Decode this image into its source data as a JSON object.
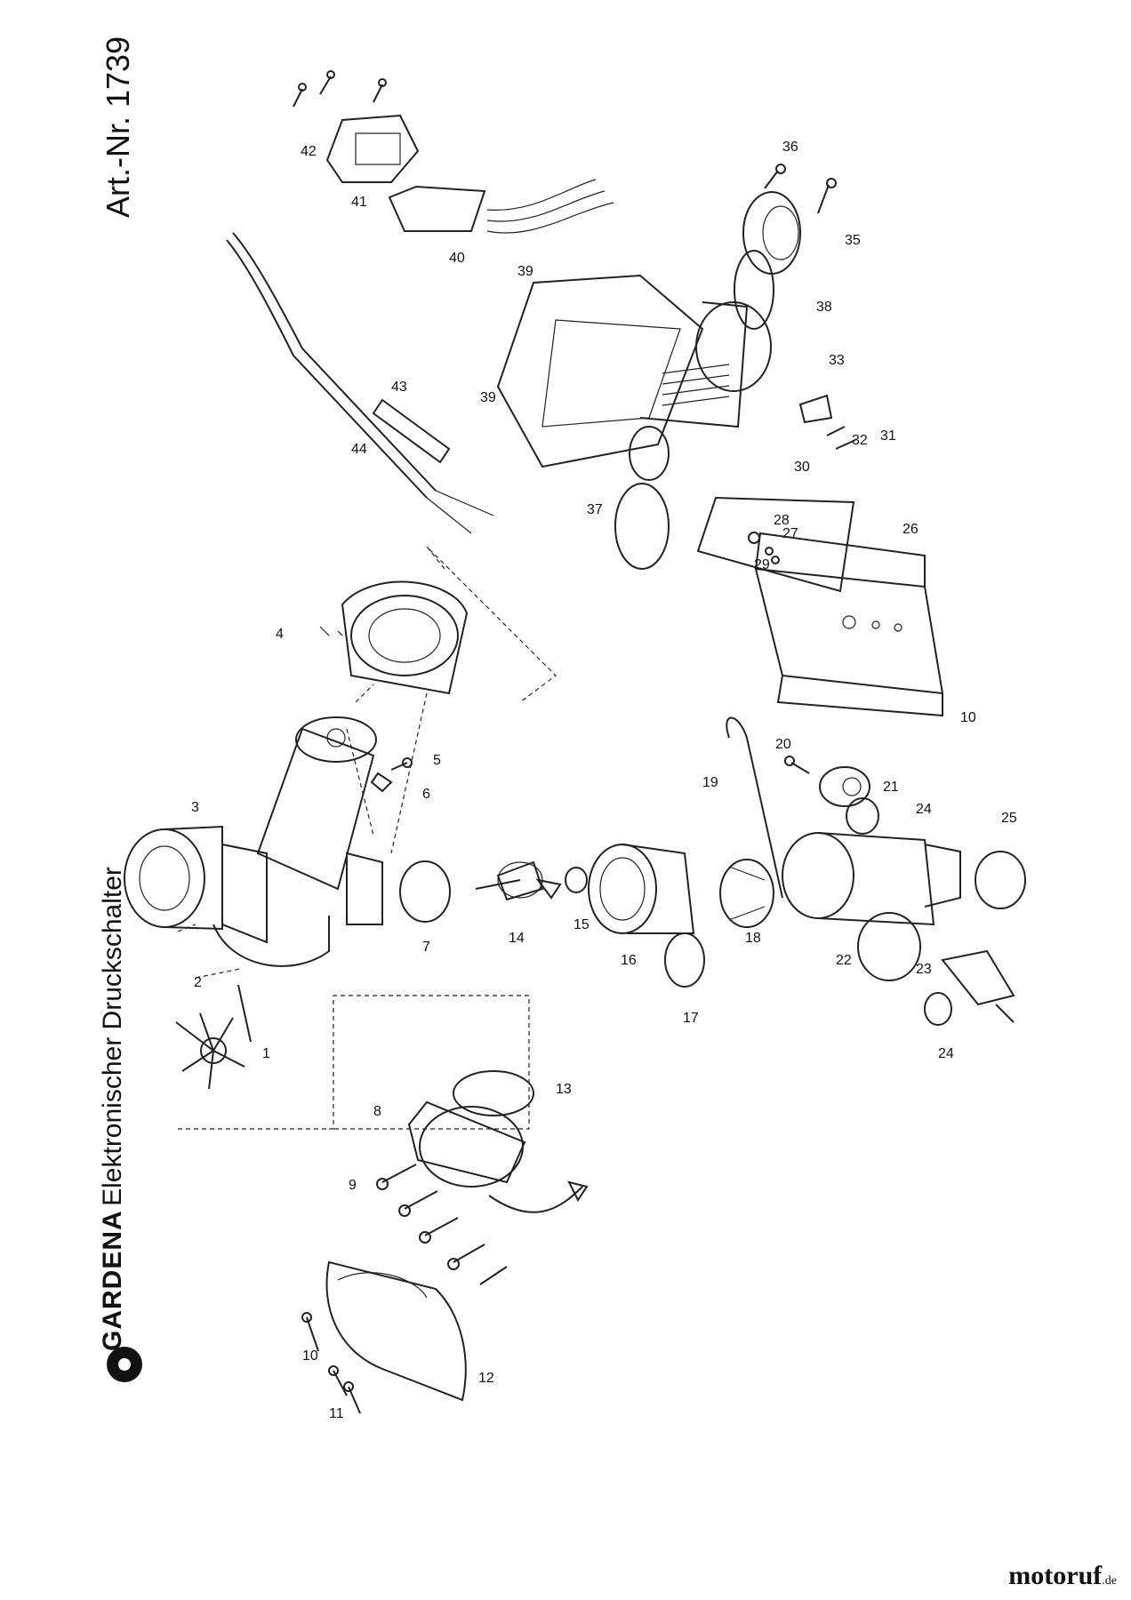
{
  "header": {
    "brand": "GARDENA",
    "title": "Elektronischer Druckschalter",
    "article": "Art.-Nr. 1739"
  },
  "watermark": {
    "name": "motoruf",
    "tld": ".de"
  },
  "parts": [
    "1",
    "2",
    "3",
    "4",
    "5",
    "6",
    "7",
    "8",
    "9",
    "10",
    "11",
    "12",
    "13",
    "14",
    "15",
    "16",
    "17",
    "18",
    "19",
    "20",
    "21",
    "22",
    "23",
    "24",
    "25",
    "26",
    "27",
    "28",
    "29",
    "30",
    "31",
    "32",
    "33",
    "35",
    "36",
    "37",
    "38",
    "39",
    "40",
    "41",
    "42",
    "43",
    "44"
  ]
}
